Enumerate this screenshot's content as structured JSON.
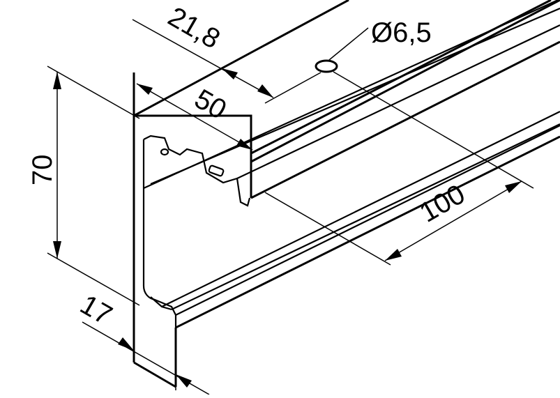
{
  "dimensions": {
    "height": "70",
    "width": "50",
    "edge_offset": "21,8",
    "hole_diameter": "Ø6,5",
    "hole_spacing": "100",
    "base_flange": "17"
  }
}
